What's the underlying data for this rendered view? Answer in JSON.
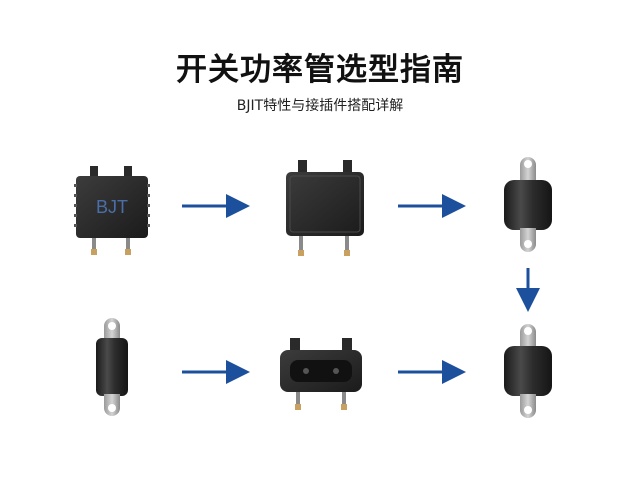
{
  "header": {
    "title": "开关功率管选型指南",
    "subtitle": "BJIT特性与接插件搭配详解"
  },
  "components": [
    {
      "id": "bjt-chip",
      "label": "BJT",
      "shape": "ic-package"
    },
    {
      "id": "square-relay",
      "shape": "square-module"
    },
    {
      "id": "rubber-mount-top",
      "shape": "cylinder-mount"
    },
    {
      "id": "cylinder-connector",
      "shape": "cylinder-connector"
    },
    {
      "id": "dual-port-connector",
      "shape": "dual-port-connector"
    },
    {
      "id": "rubber-mount-bottom",
      "shape": "cylinder-mount"
    }
  ],
  "flow": [
    "bjt-chip",
    "square-relay",
    "rubber-mount-top",
    "rubber-mount-bottom",
    "cylinder-connector",
    "dual-port-connector",
    "rubber-mount-bottom"
  ],
  "colors": {
    "arrow": "#1c4f9c",
    "component_body": "#2a2a2a",
    "metal": "#b9b9b9",
    "pin": "#c8a060",
    "chip_label": "#4a6fa8"
  }
}
